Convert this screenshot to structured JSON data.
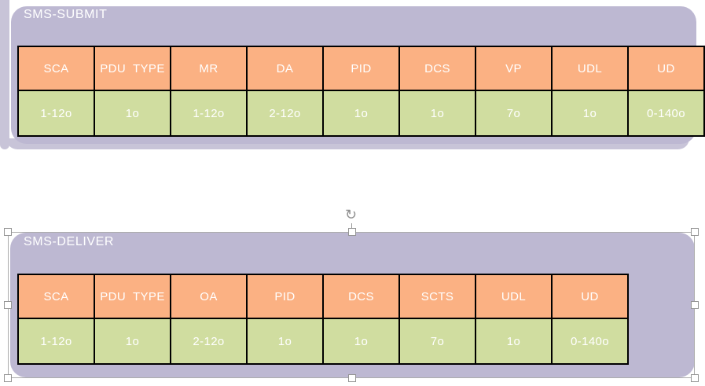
{
  "colors": {
    "panel_fill": "#BDB8D2",
    "panel_shadow": "#C8C4D8",
    "header_cell_fill": "#FBB183",
    "value_cell_fill": "#D0DDA0",
    "table_border": "#000000",
    "text": "#FFFFFF",
    "selection_outline": "#ACACAC",
    "handle_fill": "#FFFFFF",
    "handle_border": "#959595"
  },
  "panels": [
    {
      "title": "SMS-SUBMIT",
      "selected": false,
      "table": {
        "headers": [
          "SCA",
          "PDU  TYPE",
          "MR",
          "DA",
          "PID",
          "DCS",
          "VP",
          "UDL",
          "UD"
        ],
        "values": [
          "1-12o",
          "1o",
          "1-12o",
          "2-12o",
          "1o",
          "1o",
          "7o",
          "1o",
          "0-140o"
        ]
      }
    },
    {
      "title": "SMS-DELIVER",
      "selected": true,
      "table": {
        "headers": [
          "SCA",
          "PDU  TYPE",
          "OA",
          "PID",
          "DCS",
          "SCTS",
          "UDL",
          "UD"
        ],
        "values": [
          "1-12o",
          "1o",
          "2-12o",
          "1o",
          "1o",
          "7o",
          "1o",
          "0-140o"
        ]
      }
    }
  ],
  "selection": {
    "rotate_icon": "↻"
  }
}
